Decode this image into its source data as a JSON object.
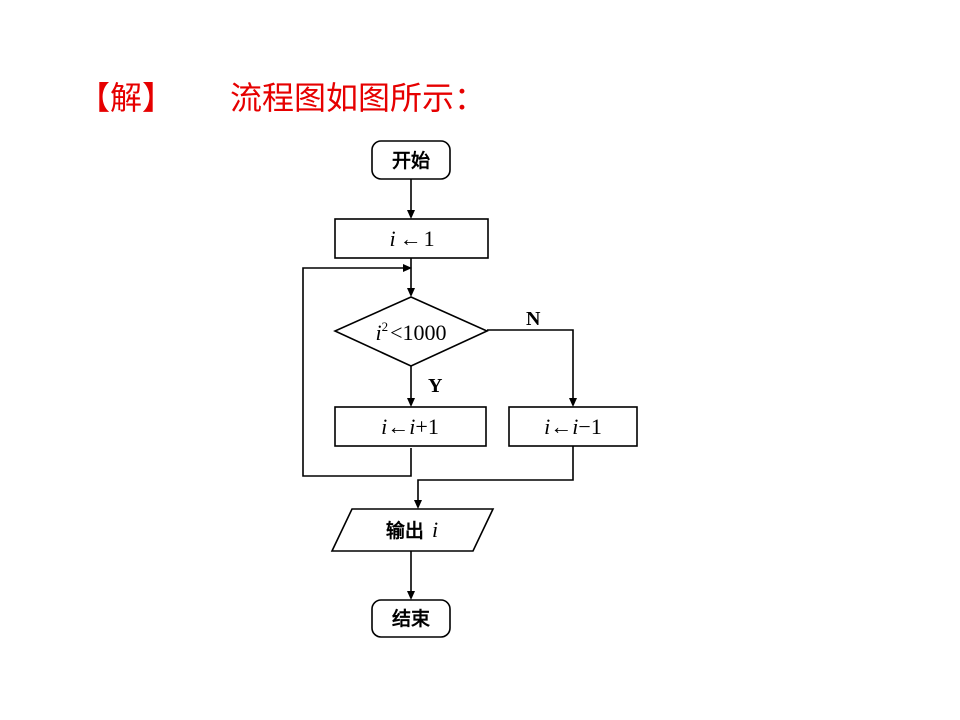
{
  "theme": {
    "accent": "#e60000",
    "ink": "#000000"
  },
  "heading": {
    "tag": "【解】",
    "text": "流程图如图所示："
  },
  "flowchart": {
    "start": {
      "label": "开始"
    },
    "init": {
      "var": "i",
      "arrow": "←",
      "value": "1"
    },
    "decision": {
      "var": "i",
      "exponent": "2",
      "op": "<",
      "value": "1000"
    },
    "yes_label": "Y",
    "no_label": "N",
    "increment": {
      "var": "i",
      "arrow": "←",
      "rhs_var": "i",
      "rhs_op": "+",
      "rhs_value": "1"
    },
    "decrement": {
      "var": "i",
      "arrow": "←",
      "rhs_var": "i",
      "rhs_op": "−",
      "rhs_value": "1"
    },
    "output": {
      "label": "输出",
      "var": "i"
    },
    "end": {
      "label": "结束"
    }
  }
}
